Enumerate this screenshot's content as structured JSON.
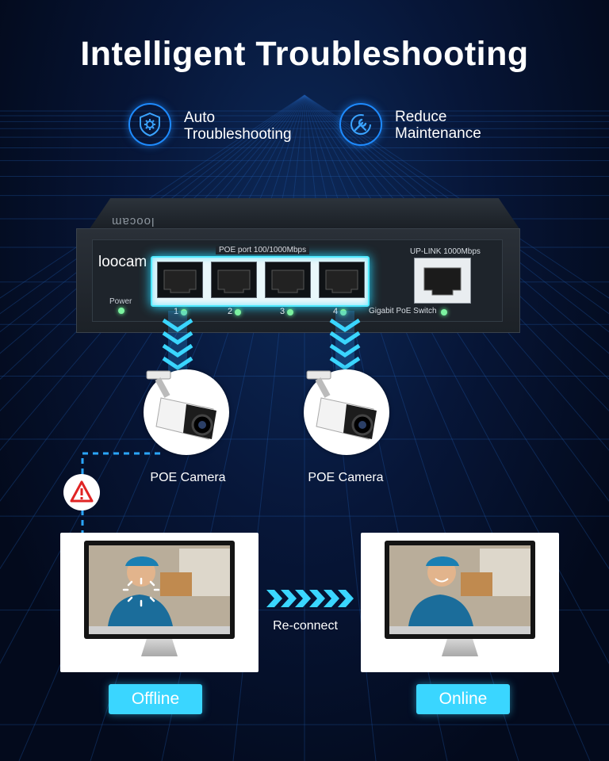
{
  "title": "Intelligent Troubleshooting",
  "features": [
    {
      "icon": "shield-gear-icon",
      "line1": "Auto",
      "line2": "Troubleshooting"
    },
    {
      "icon": "wrench-icon",
      "line1": "Reduce",
      "line2": "Maintenance"
    }
  ],
  "switch": {
    "top_logo": "loocam",
    "brand": "loocam",
    "power_label": "Power",
    "poe_label": "POE port 100/1000Mbps",
    "ports": [
      "1",
      "2",
      "3",
      "4"
    ],
    "uplink_label": "UP-LINK 1000Mbps",
    "gigabit_label": "Gigabit PoE Switch"
  },
  "cameras": [
    {
      "label": "POE Camera"
    },
    {
      "label": "POE Camera"
    }
  ],
  "warning_icon": "warning-triangle-icon",
  "reconnect_label": "Re-connect",
  "states": {
    "offline": "Offline",
    "online": "Online"
  },
  "colors": {
    "accent": "#3ad6ff",
    "glow": "#24d8ff",
    "led": "#7cf2a0",
    "warning": "#e02424"
  }
}
